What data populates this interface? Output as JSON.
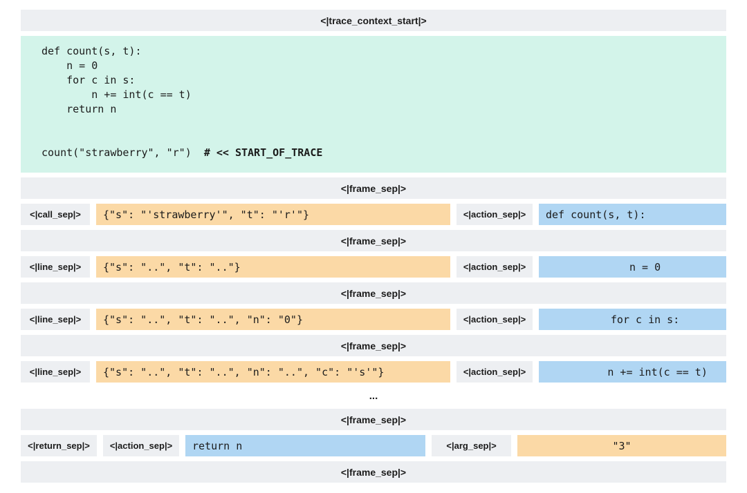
{
  "context_bar": {
    "label": "<|trace_context_start|>"
  },
  "frame_sep_label": "<|frame_sep|>",
  "code_block": {
    "source": "def count(s, t):\n    n = 0\n    for c in s:\n        n += int(c == t)\n    return n",
    "call_line": "count(\"strawberry\", \"r\")  ",
    "start_comment": "# << START_OF_TRACE"
  },
  "frames": [
    {
      "sep_label": "<|call_sep|>",
      "state": "{\"s\": \"'strawberry'\", \"t\": \"'r'\"}",
      "action_sep_label": "<|action_sep|>",
      "action": "def count(s, t):"
    },
    {
      "sep_label": "<|line_sep|>",
      "state": "{\"s\": \"..\", \"t\": \"..\"}",
      "action_sep_label": "<|action_sep|>",
      "action": "    n = 0"
    },
    {
      "sep_label": "<|line_sep|>",
      "state": "{\"s\": \"..\", \"t\": \"..\", \"n\": \"0\"}",
      "action_sep_label": "<|action_sep|>",
      "action": "    for c in s:"
    },
    {
      "sep_label": "<|line_sep|>",
      "state": "{\"s\": \"..\", \"t\": \"..\", \"n\": \"..\", \"c\": \"'s'\"}",
      "action_sep_label": "<|action_sep|>",
      "action": "        n += int(c == t)"
    }
  ],
  "ellipsis": "...",
  "return_frame": {
    "return_sep_label": "<|return_sep|>",
    "action_sep_label": "<|action_sep|>",
    "action": "return n",
    "arg_sep_label": "<|arg_sep|>",
    "value": "\"3\""
  },
  "colors": {
    "bar_bg": "#edeff2",
    "code_bg": "#d3f4ea",
    "state_bg": "#fbd9a6",
    "action_bg": "#b0d6f3",
    "text": "#1b1b1b"
  }
}
